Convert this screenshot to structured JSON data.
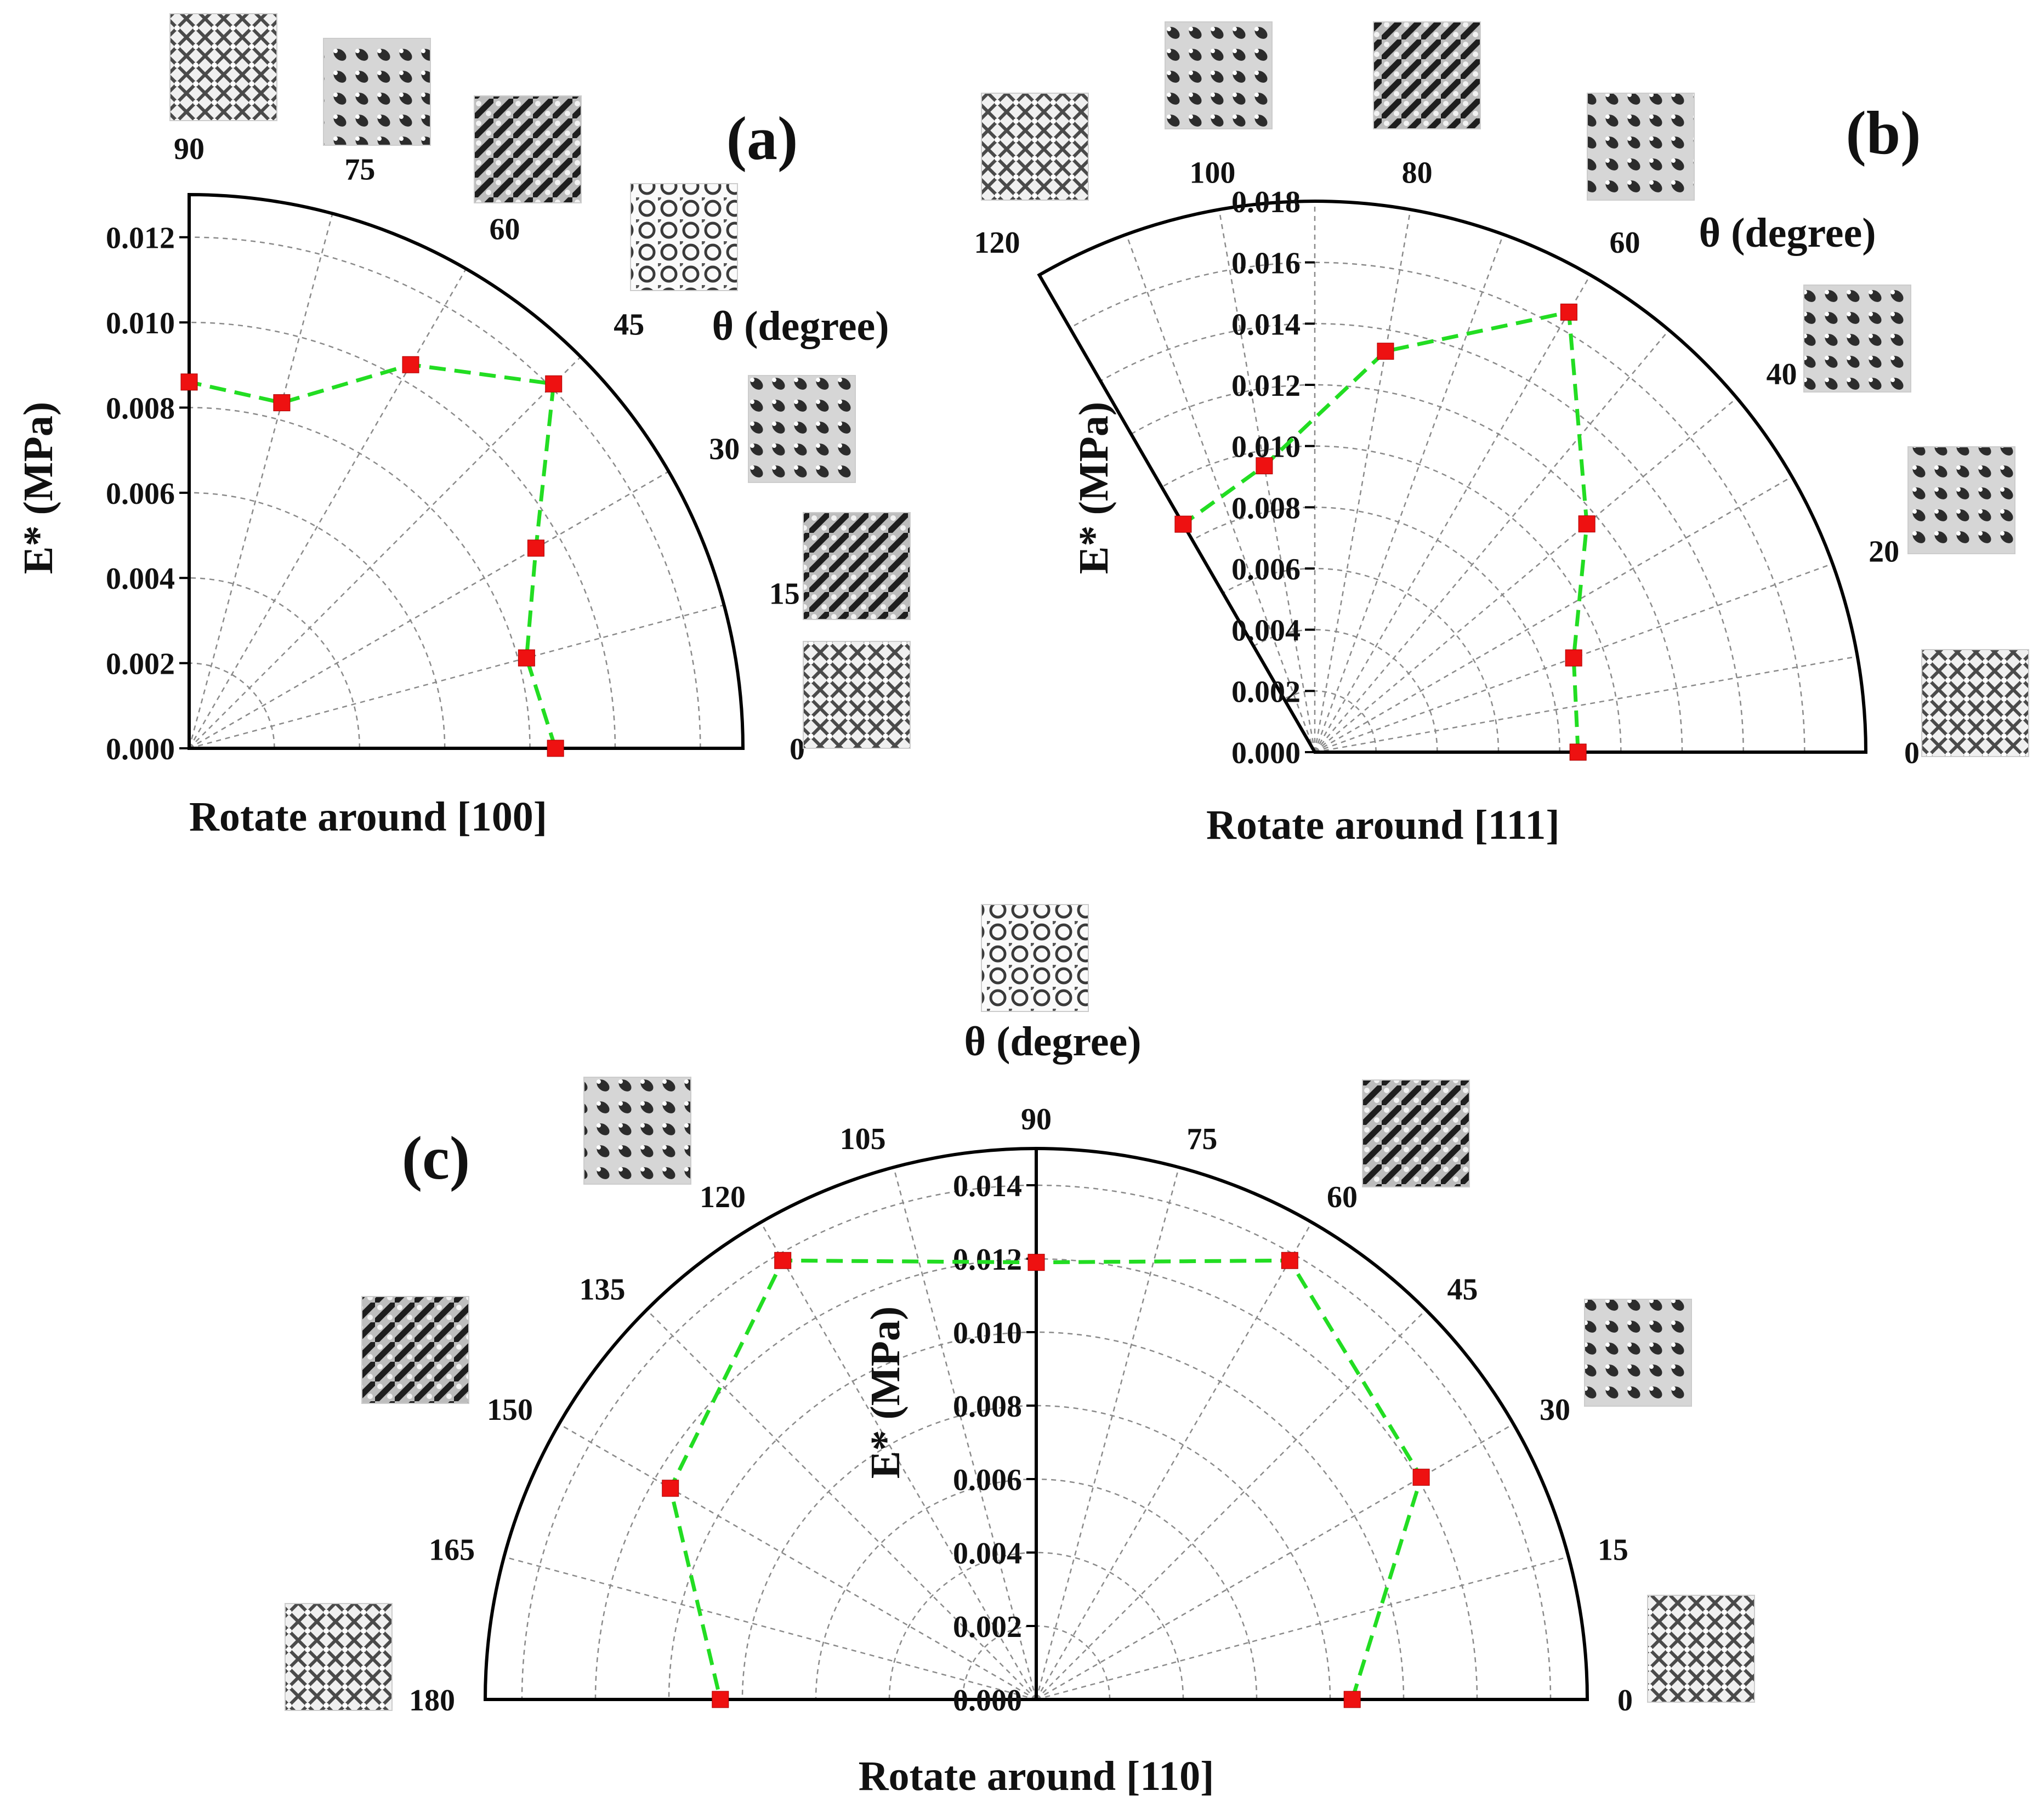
{
  "chart_data": [
    {
      "type": "polar",
      "panel_label": "(a)",
      "title": "Rotate around [100]",
      "rlabel": "E* (MPa)",
      "thetalabel": "θ (degree)",
      "theta_range": [
        0,
        90
      ],
      "r_range": [
        0,
        0.013
      ],
      "r_ticks": [
        "0.000",
        "0.002",
        "0.004",
        "0.006",
        "0.008",
        "0.010",
        "0.012"
      ],
      "theta_ticks": [
        "0",
        "15",
        "30",
        "45",
        "60",
        "75",
        "90"
      ],
      "series": [
        {
          "color": "#22dd22",
          "marker_color": "#ee1111",
          "points": [
            {
              "theta": 0,
              "r": 0.0086
            },
            {
              "theta": 15,
              "r": 0.0082
            },
            {
              "theta": 30,
              "r": 0.0094
            },
            {
              "theta": 45,
              "r": 0.0121
            },
            {
              "theta": 60,
              "r": 0.0104
            },
            {
              "theta": 75,
              "r": 0.0084
            },
            {
              "theta": 90,
              "r": 0.0086
            }
          ]
        }
      ]
    },
    {
      "type": "polar",
      "panel_label": "(b)",
      "title": "Rotate around [111]",
      "rlabel": "E* (MPa)",
      "thetalabel": "θ (degree)",
      "theta_range": [
        0,
        120
      ],
      "r_range": [
        0,
        0.018
      ],
      "r_ticks": [
        "0.000",
        "0.002",
        "0.004",
        "0.006",
        "0.008",
        "0.010",
        "0.012",
        "0.014",
        "0.016",
        "0.018"
      ],
      "theta_ticks": [
        "0",
        "20",
        "40",
        "60",
        "80",
        "100",
        "120"
      ],
      "series": [
        {
          "color": "#22dd22",
          "marker_color": "#ee1111",
          "points": [
            {
              "theta": 0,
              "r": 0.0086
            },
            {
              "theta": 20,
              "r": 0.009
            },
            {
              "theta": 40,
              "r": 0.0116
            },
            {
              "theta": 60,
              "r": 0.0166
            },
            {
              "theta": 80,
              "r": 0.0133
            },
            {
              "theta": 100,
              "r": 0.0095
            },
            {
              "theta": 120,
              "r": 0.0086
            }
          ]
        }
      ]
    },
    {
      "type": "polar",
      "panel_label": "(c)",
      "title": "Rotate around [110]",
      "rlabel": "E* (MPa)",
      "thetalabel": "θ (degree)",
      "theta_range": [
        0,
        180
      ],
      "r_range": [
        0,
        0.015
      ],
      "r_ticks": [
        "0.000",
        "0.002",
        "0.004",
        "0.006",
        "0.008",
        "0.010",
        "0.012",
        "0.014"
      ],
      "theta_ticks": [
        "0",
        "15",
        "30",
        "45",
        "60",
        "75",
        "90",
        "105",
        "120",
        "135",
        "150",
        "165",
        "180"
      ],
      "series": [
        {
          "color": "#22dd22",
          "marker_color": "#ee1111",
          "points": [
            {
              "theta": 0,
              "r": 0.0086
            },
            {
              "theta": 30,
              "r": 0.0121
            },
            {
              "theta": 60,
              "r": 0.0138
            },
            {
              "theta": 90,
              "r": 0.0119
            },
            {
              "theta": 120,
              "r": 0.0138
            },
            {
              "theta": 150,
              "r": 0.0115
            },
            {
              "theta": 180,
              "r": 0.0086
            }
          ]
        }
      ]
    }
  ],
  "thumbnails": {
    "icon": "lattice-structure-thumbnail",
    "count": 21
  }
}
